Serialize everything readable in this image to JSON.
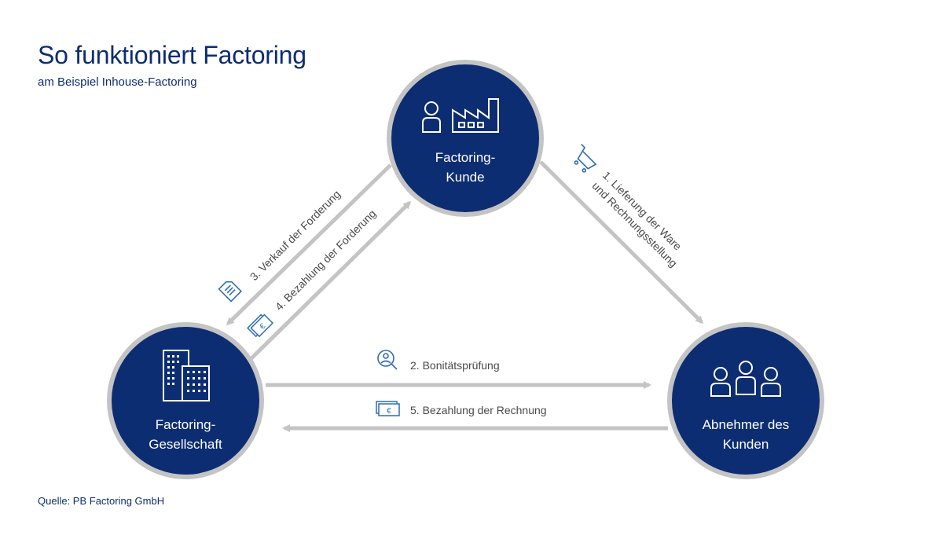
{
  "header": {
    "title": "So funktioniert Factoring",
    "subtitle": "am Beispiel Inhouse-Factoring"
  },
  "nodes": {
    "factoring_kunde": {
      "line1": "Factoring-",
      "line2": "Kunde",
      "icons": [
        "person-icon",
        "factory-icon"
      ]
    },
    "factoring_gesellschaft": {
      "line1": "Factoring-",
      "line2": "Gesellschaft",
      "icons": [
        "office-buildings-icon"
      ]
    },
    "abnehmer": {
      "line1": "Abnehmer des",
      "line2": "Kunden",
      "icons": [
        "group-of-people-icon"
      ]
    }
  },
  "steps": {
    "step1": {
      "line1": "1. Lieferung der Ware",
      "line2": "und Rechnungsstellung",
      "icon": "shopping-cart-icon"
    },
    "step2": {
      "label": "2. Bonitätsprüfung",
      "icon": "magnifier-person-icon"
    },
    "step3": {
      "label": "3. Verkauf der Forderung",
      "icon": "document-icon"
    },
    "step4": {
      "label": "4. Bezahlung der Forderung",
      "icon": "euro-banknotes-icon"
    },
    "step5": {
      "label": "5. Bezahlung der Rechnung",
      "icon": "euro-banknotes-icon"
    }
  },
  "footer": {
    "source": "Quelle: PB Factoring GmbH"
  },
  "colors": {
    "node_fill": "#0d2d72",
    "node_ring": "#c4c4c4",
    "arrow": "#c4c4c4",
    "icon_blue": "#2f6db5",
    "text": "#4a4a4a"
  }
}
